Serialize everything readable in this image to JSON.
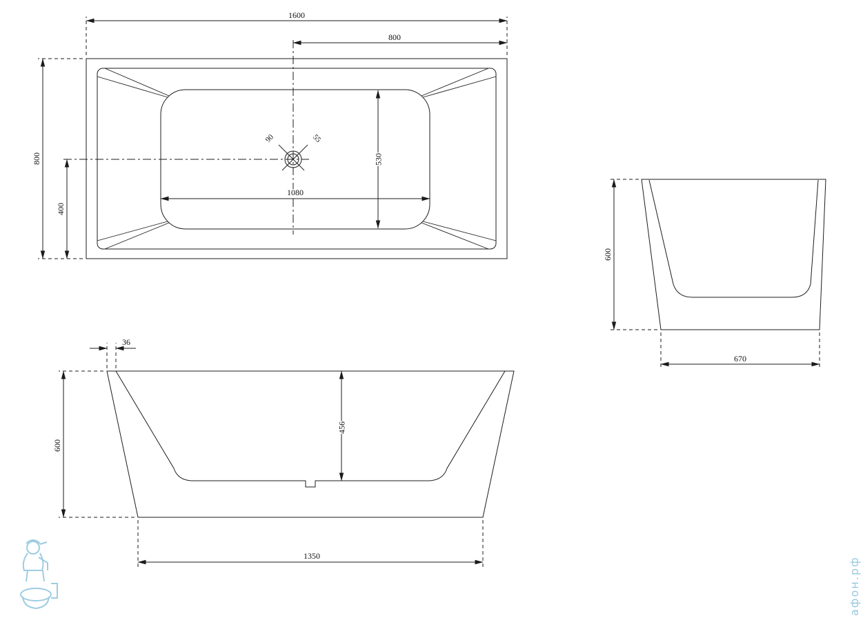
{
  "drawing": {
    "type": "bathtub-3-view-technical-drawing",
    "background": "#ffffff",
    "line_color": "#1b1b1b",
    "watermark_color": "#8ec4dc",
    "top_view": {
      "overall_length": "1600",
      "half_length": "800",
      "overall_width": "800",
      "drain_offset": "400",
      "basin_width": "530",
      "basin_length": "1080",
      "drain_diameter": "90",
      "overflow_diameter": "55"
    },
    "side_view": {
      "height": "600",
      "bottom_width": "670"
    },
    "front_view": {
      "rim_thickness": "36",
      "height": "600",
      "inner_depth": "456",
      "bottom_length": "1350"
    },
    "watermark": {
      "text": "афон.рф"
    }
  }
}
